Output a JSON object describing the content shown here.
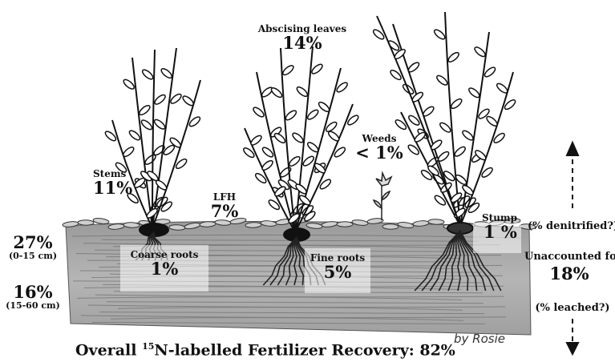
{
  "labels": {
    "abscising_leaves": {
      "name": "Abscising leaves",
      "value": "14%"
    },
    "stems": {
      "name": "Stems",
      "value": "11%"
    },
    "lfh": {
      "name": "LFH",
      "value": "7%"
    },
    "weeds": {
      "name": "Weeds",
      "value": "< 1%"
    },
    "stump": {
      "name": "Stump",
      "value": "1 %"
    },
    "coarse_roots": {
      "name": "Coarse roots",
      "value": "1%"
    },
    "fine_roots": {
      "name": "Fine roots",
      "value": "5%"
    },
    "soil_top": {
      "value": "27%",
      "depth": "(0-15 cm)"
    },
    "soil_deep": {
      "value": "16%",
      "depth": "(15-60 cm)"
    },
    "denitrified": "(% denitrified?)",
    "unaccounted": {
      "name": "Unaccounted for",
      "value": "18%"
    },
    "leached": "(% leached?)"
  },
  "caption": {
    "prefix": "Overall ",
    "superscript": "15",
    "suffix": "N-labelled Fertilizer Recovery: 82%"
  },
  "signature": "by Rosie",
  "colors": {
    "ink": "#111111",
    "soil": "#8a8a8a",
    "box": "#ffffff"
  }
}
